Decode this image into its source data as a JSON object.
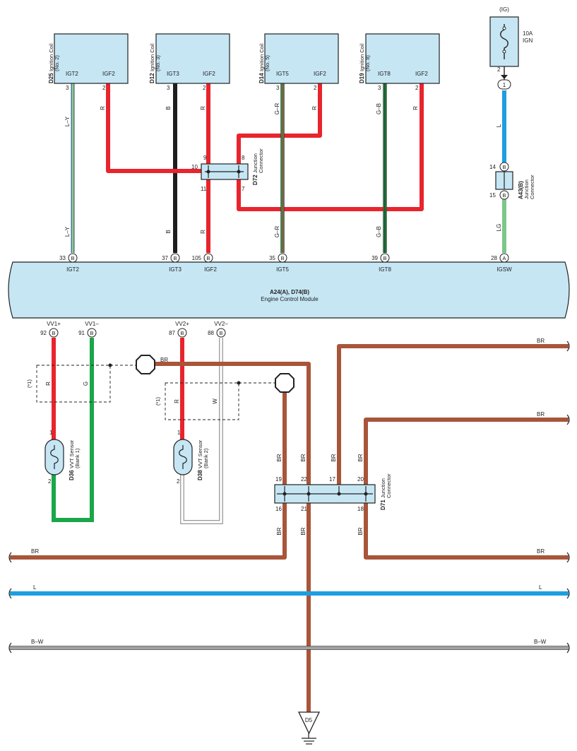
{
  "colors": {
    "red": "#e8242c",
    "black": "#1e1e1e",
    "brown": "#a8553a",
    "blue": "#1e9ee0",
    "green": "#1aa64a",
    "light_green": "#7cc68a",
    "yellow": "#f3e04a",
    "box_fill": "#c6e6f4"
  },
  "coils": [
    {
      "id": "D25",
      "name": "Ignition Coil",
      "num": "(No. 2)",
      "pin_left_name": "IGT2",
      "pin_right_name": "IGF2",
      "pin_left_no": "3",
      "pin_right_no": "2",
      "wire_left": "L–Y",
      "wire_right": "R"
    },
    {
      "id": "D12",
      "name": "Ignition Coil",
      "num": "(No. 3)",
      "pin_left_name": "IGT3",
      "pin_right_name": "IGF2",
      "pin_left_no": "3",
      "pin_right_no": "2",
      "wire_left": "B",
      "wire_right": "R"
    },
    {
      "id": "D14",
      "name": "Ignition Coil",
      "num": "(No. 5)",
      "pin_left_name": "IGT5",
      "pin_right_name": "IGF2",
      "pin_left_no": "3",
      "pin_right_no": "2",
      "wire_left": "G–R",
      "wire_right": "R"
    },
    {
      "id": "D19",
      "name": "Ignition Coil",
      "num": "(No. 8)",
      "pin_left_name": "IGT8",
      "pin_right_name": "IGF2",
      "pin_left_no": "3",
      "pin_right_no": "2",
      "wire_left": "G–B",
      "wire_right": "R"
    }
  ],
  "fuse": {
    "source": "(IG)",
    "rating": "10A",
    "name": "IGN",
    "pin": "2",
    "connector_pin": "1"
  },
  "a43": {
    "id": "A43(B)",
    "line1": "Junction",
    "line2": "Connector",
    "pin_top": "14",
    "pin_bottom": "15",
    "letter": "B",
    "wire_top": "L",
    "wire_bottom": "LG"
  },
  "d72": {
    "id": "D72",
    "line1": "Junction",
    "line2": "Connector",
    "pins": [
      "9",
      "8",
      "10",
      "11",
      "7"
    ]
  },
  "lower_wire_labels": {
    "w1": "L–Y",
    "w2": "B",
    "w3": "R",
    "w4": "G–R",
    "w5": "G–B",
    "w6": "LG"
  },
  "ecm": {
    "title": "A24(A), D74(B)",
    "subtitle": "Engine Control Module",
    "top_pins": [
      {
        "no": "33",
        "letter": "B",
        "name": "IGT2"
      },
      {
        "no": "37",
        "letter": "B",
        "name": "IGT3"
      },
      {
        "no": "105",
        "letter": "B",
        "name": "IGF2"
      },
      {
        "no": "35",
        "letter": "B",
        "name": "IGT5"
      },
      {
        "no": "39",
        "letter": "B",
        "name": "IGT8"
      },
      {
        "no": "28",
        "letter": "A",
        "name": "IGSW"
      }
    ],
    "bottom_pins": [
      {
        "no": "92",
        "letter": "B",
        "name": "VV1+"
      },
      {
        "no": "91",
        "letter": "B",
        "name": "VV1–"
      },
      {
        "no": "87",
        "letter": "B",
        "name": "VV2+"
      },
      {
        "no": "88",
        "letter": "B",
        "name": "VV2–"
      }
    ]
  },
  "shield_note": "(*1)",
  "sensors": [
    {
      "id": "D36",
      "name": "VVT Sensor",
      "bank": "(Bank 1)",
      "pin1": "1",
      "pin2": "2",
      "wire_a": "R",
      "wire_b": "G"
    },
    {
      "id": "D38",
      "name": "VVT Sensor",
      "bank": "(Bank 2)",
      "pin1": "1",
      "pin2": "2",
      "wire_a": "R",
      "wire_b": "W"
    }
  ],
  "d71": {
    "id": "D71",
    "line1": "Junction",
    "line2": "Connector",
    "pins_top": [
      "19",
      "22",
      "17",
      "20"
    ],
    "pins_bottom": [
      "16",
      "21",
      "18"
    ]
  },
  "wire_br": "BR",
  "buses": {
    "br": "BR",
    "l": "L",
    "bw": "B–W"
  },
  "ground": "D5"
}
